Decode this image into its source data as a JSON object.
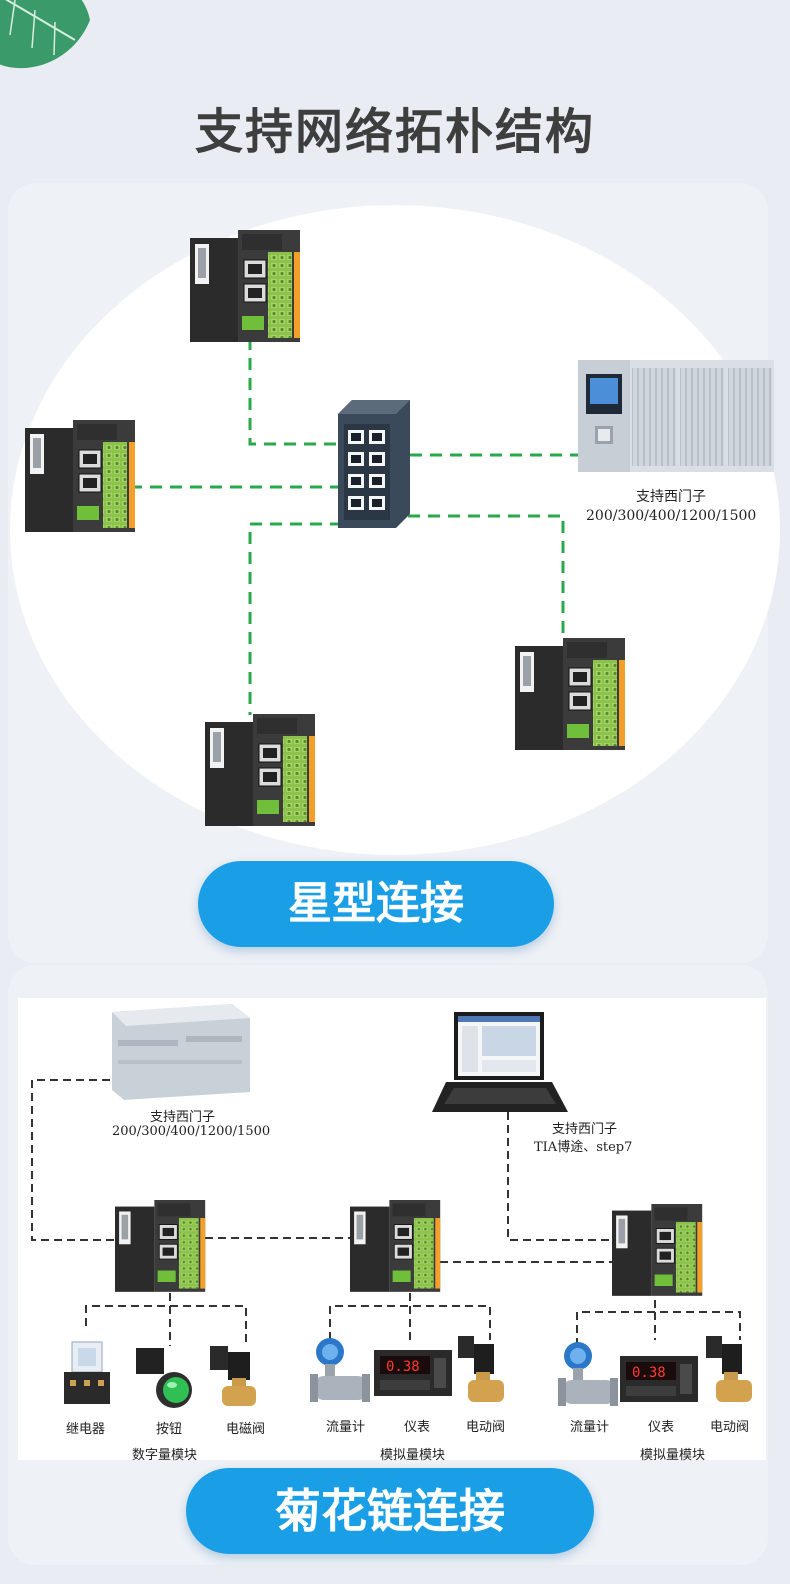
{
  "page": {
    "title": "支持网络拓朴结构"
  },
  "star": {
    "button_label": "星型连接",
    "plc_label_line1": "支持西门子",
    "plc_label_line2": "200/300/400/1200/1500"
  },
  "daisy": {
    "button_label": "菊花链连接",
    "plc_label_line1": "支持西门子",
    "plc_label_line2": "200/300/400/1200/1500",
    "pc_label_line1": "支持西门子",
    "pc_label_line2": "TIA博途、step7",
    "group1": {
      "name": "数字量模块",
      "devices": [
        "继电器",
        "按钮",
        "电磁阀"
      ]
    },
    "group2": {
      "name": "模拟量模块",
      "devices": [
        "流量计",
        "仪表",
        "电动阀"
      ]
    },
    "group3": {
      "name": "模拟量模块",
      "devices": [
        "流量计",
        "仪表",
        "电动阀"
      ]
    },
    "meter_readout": "0.38"
  },
  "colors": {
    "accent": "#1a9ee6",
    "star_link": "#2aa84a",
    "daisy_link": "#333333",
    "terminal_green": "#8bc34a"
  }
}
